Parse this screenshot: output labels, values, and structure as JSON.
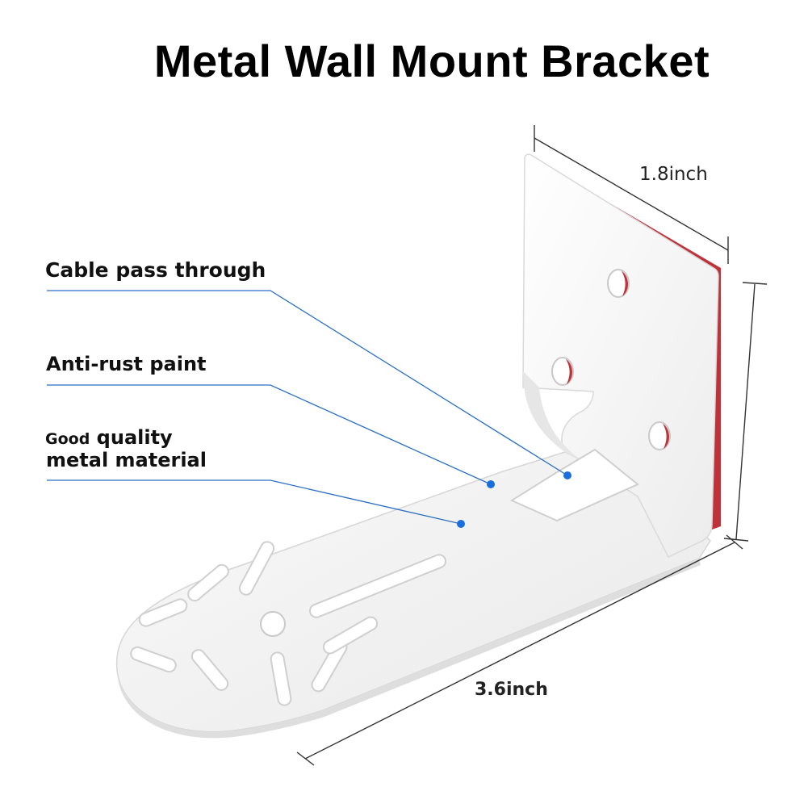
{
  "title": "Metal Wall Mount Bracket",
  "callouts": {
    "cable": "Cable pass through",
    "rust": "Anti-rust paint",
    "quality_small": "Good",
    "quality_rest": "quality",
    "quality_line2": "metal material"
  },
  "dimensions": {
    "width": "1.8inch",
    "length": "3.6inch"
  },
  "colors": {
    "callout_line": "#2a6fc4",
    "dot": "#1a6fdc",
    "bracket": "#f7f7f7",
    "adhesive": "#c0323a"
  }
}
